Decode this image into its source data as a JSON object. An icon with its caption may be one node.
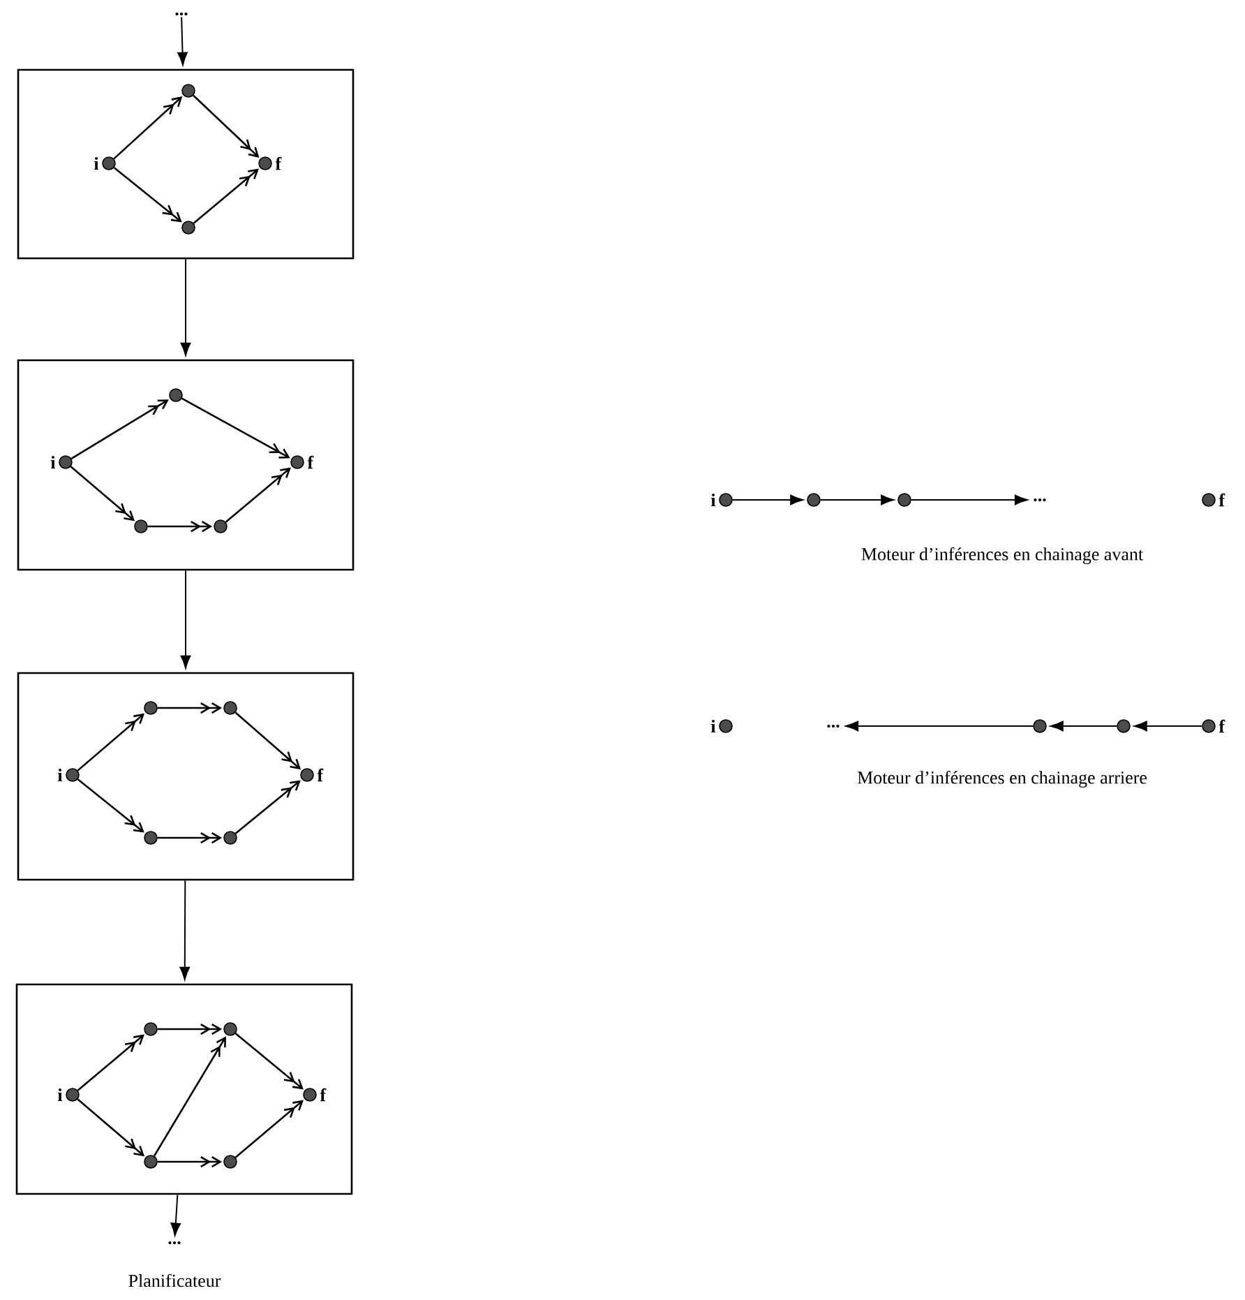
{
  "diagram": {
    "nodes": [
      {
        "text": [
          "..."
        ]
      },
      {
        "text": [],
        "shape": "box"
      },
      {
        "text": [],
        "shape": "circle",
        "beside": [
          "i"
        ],
        "in": 1
      },
      {
        "text": [],
        "shape": "circle",
        "in": 1
      },
      {
        "text": [],
        "shape": "circle",
        "in": 1
      },
      {
        "text": [],
        "shape": "circle",
        "beside": [
          "f"
        ],
        "in": 1
      },
      {
        "text": [],
        "shape": "box"
      },
      {
        "text": [],
        "shape": "circle",
        "beside": [
          "i"
        ],
        "in": 6
      },
      {
        "text": [],
        "shape": "circle",
        "in": 6
      },
      {
        "text": [],
        "shape": "circle",
        "in": 6
      },
      {
        "text": [],
        "shape": "circle",
        "in": 6
      },
      {
        "text": [],
        "shape": "circle",
        "beside": [
          "f"
        ],
        "in": 6
      },
      {
        "text": [],
        "shape": "box"
      },
      {
        "text": [],
        "shape": "circle",
        "beside": [
          "i"
        ],
        "in": 12
      },
      {
        "text": [],
        "shape": "circle",
        "in": 12
      },
      {
        "text": [],
        "shape": "circle",
        "in": 12
      },
      {
        "text": [],
        "shape": "circle",
        "in": 12
      },
      {
        "text": [],
        "shape": "circle",
        "in": 12
      },
      {
        "text": [],
        "shape": "circle",
        "beside": [
          "f"
        ],
        "in": 12
      },
      {
        "text": [],
        "shape": "box"
      },
      {
        "text": [],
        "shape": "circle",
        "beside": [
          "i"
        ],
        "in": 19
      },
      {
        "text": [],
        "shape": "circle",
        "in": 19
      },
      {
        "text": [],
        "shape": "circle",
        "in": 19
      },
      {
        "text": [],
        "shape": "circle",
        "in": 19
      },
      {
        "text": [],
        "shape": "circle",
        "in": 19
      },
      {
        "text": [],
        "shape": "circle",
        "beside": [
          "f"
        ],
        "in": 19
      },
      {
        "text": [
          "..."
        ]
      },
      {
        "text": [],
        "shape": "circle",
        "beside": [
          "i"
        ]
      },
      {
        "text": [],
        "shape": "circle"
      },
      {
        "text": [],
        "shape": "circle"
      },
      {
        "text": [
          "..."
        ]
      },
      {
        "text": [],
        "shape": "circle",
        "beside": [
          "f"
        ]
      },
      {
        "text": [],
        "shape": "circle",
        "beside": [
          "i"
        ]
      },
      {
        "text": [
          "..."
        ]
      },
      {
        "text": [],
        "shape": "circle"
      },
      {
        "text": [],
        "shape": "circle"
      },
      {
        "text": [],
        "shape": "circle",
        "beside": [
          "f"
        ]
      }
    ],
    "edges": [
      {
        "from": 0,
        "to": 1,
        "arrow": "to"
      },
      {
        "from": 1,
        "to": 6,
        "arrow": "to"
      },
      {
        "from": 6,
        "to": 12,
        "arrow": "to"
      },
      {
        "from": 12,
        "to": 19,
        "arrow": "to"
      },
      {
        "from": 19,
        "to": 26,
        "arrow": "to"
      },
      {
        "from": 2,
        "to": 3,
        "arrow": "to"
      },
      {
        "from": 2,
        "to": 4,
        "arrow": "to"
      },
      {
        "from": 3,
        "to": 5,
        "arrow": "to"
      },
      {
        "from": 4,
        "to": 5,
        "arrow": "to"
      },
      {
        "from": 7,
        "to": 8,
        "arrow": "to"
      },
      {
        "from": 7,
        "to": 9,
        "arrow": "to"
      },
      {
        "from": 9,
        "to": 10,
        "arrow": "to"
      },
      {
        "from": 8,
        "to": 11,
        "arrow": "to"
      },
      {
        "from": 10,
        "to": 11,
        "arrow": "to"
      },
      {
        "from": 13,
        "to": 14,
        "arrow": "to"
      },
      {
        "from": 14,
        "to": 15,
        "arrow": "to"
      },
      {
        "from": 15,
        "to": 18,
        "arrow": "to"
      },
      {
        "from": 13,
        "to": 16,
        "arrow": "to"
      },
      {
        "from": 16,
        "to": 17,
        "arrow": "to"
      },
      {
        "from": 17,
        "to": 18,
        "arrow": "to"
      },
      {
        "from": 20,
        "to": 21,
        "arrow": "to"
      },
      {
        "from": 21,
        "to": 22,
        "arrow": "to"
      },
      {
        "from": 22,
        "to": 25,
        "arrow": "to"
      },
      {
        "from": 20,
        "to": 23,
        "arrow": "to"
      },
      {
        "from": 23,
        "to": 22,
        "arrow": "to"
      },
      {
        "from": 23,
        "to": 24,
        "arrow": "to"
      },
      {
        "from": 24,
        "to": 25,
        "arrow": "to"
      },
      {
        "from": 27,
        "to": 28,
        "arrow": "to"
      },
      {
        "from": 28,
        "to": 29,
        "arrow": "to"
      },
      {
        "from": 29,
        "to": 30,
        "arrow": "to"
      },
      {
        "from": 36,
        "to": 35,
        "arrow": "to"
      },
      {
        "from": 35,
        "to": 34,
        "arrow": "to"
      },
      {
        "from": 34,
        "to": 33,
        "arrow": "to"
      }
    ],
    "labels": [
      "Moteur d’inférences en chainage avant",
      "Moteur d’inférences en chainage arriere",
      "Planificateur"
    ]
  }
}
